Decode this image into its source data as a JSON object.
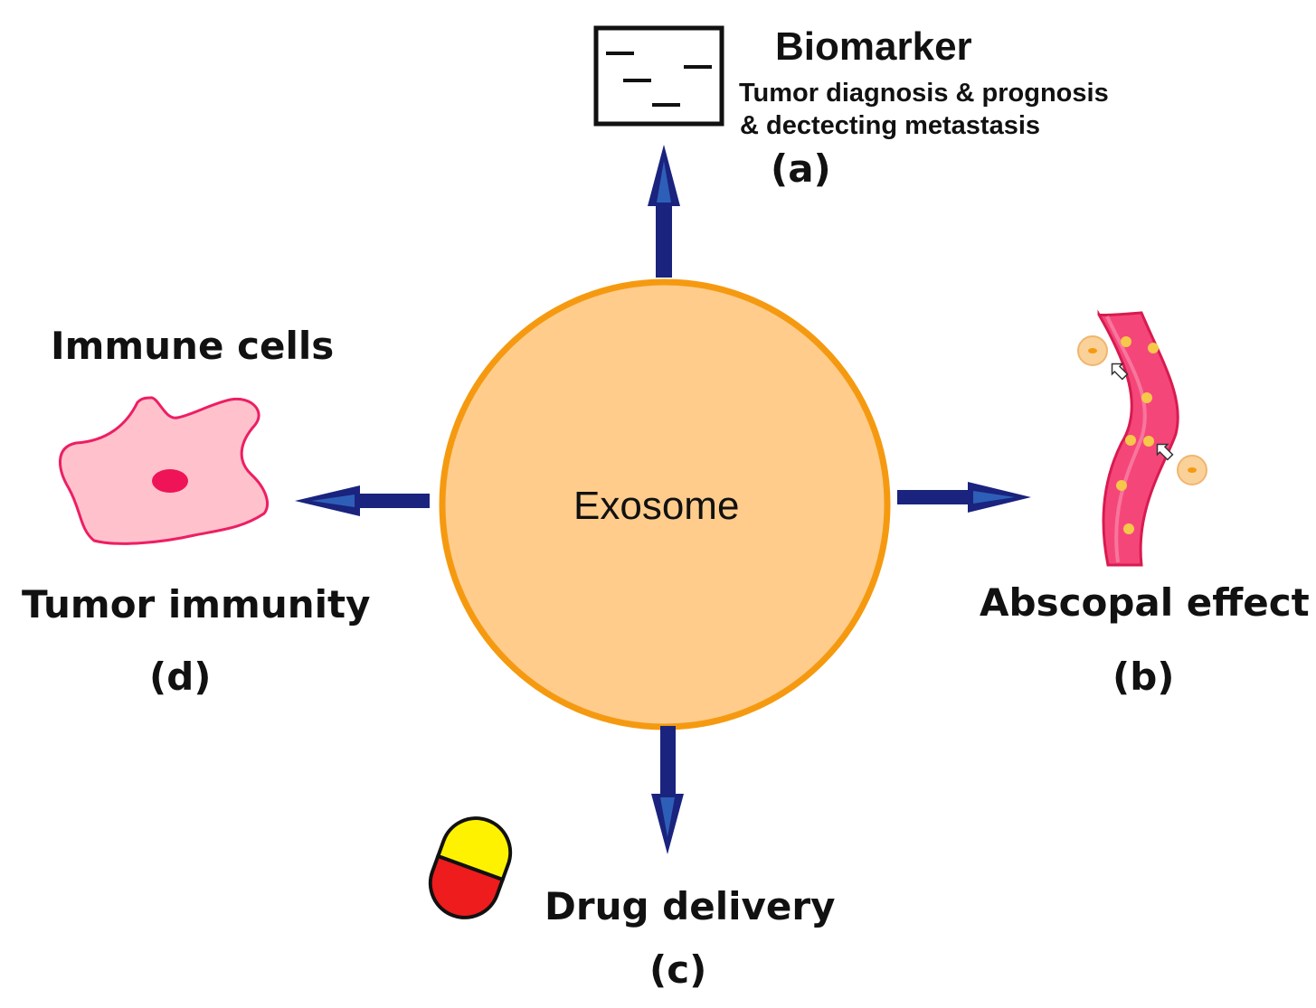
{
  "center": {
    "label": "Exosome"
  },
  "branches": {
    "a": {
      "title": "Biomarker",
      "desc1": "Tumor diagnosis & prognosis",
      "desc2": "& dectecting metastasis",
      "tag": "(a)"
    },
    "b": {
      "title": "Abscopal effect",
      "tag": "(b)"
    },
    "c": {
      "title": "Drug delivery",
      "tag": "(c)"
    },
    "d": {
      "title": "Immune cells",
      "subtitle": "Tumor immunity",
      "tag": "(d)"
    }
  },
  "colors": {
    "exosome_fill": "#FFCC8C",
    "exosome_stroke": "#F59A10",
    "arrow": "#1A237E",
    "arrow_highlight": "#2E5FB8",
    "vessel": "#F5467A",
    "vessel_edge": "#D81B50",
    "vessel_dot": "#F5C84A",
    "cell_fill": "#FFC2CC",
    "cell_stroke": "#EE1E63",
    "nucleus": "#EF1457",
    "capsule_top": "#FFF200",
    "capsule_bottom": "#EE1C1C",
    "exo_particle": "#FAD199"
  },
  "icons": [
    "gel-icon",
    "immune-cell-icon",
    "blood-vessel-icon",
    "capsule-icon"
  ]
}
